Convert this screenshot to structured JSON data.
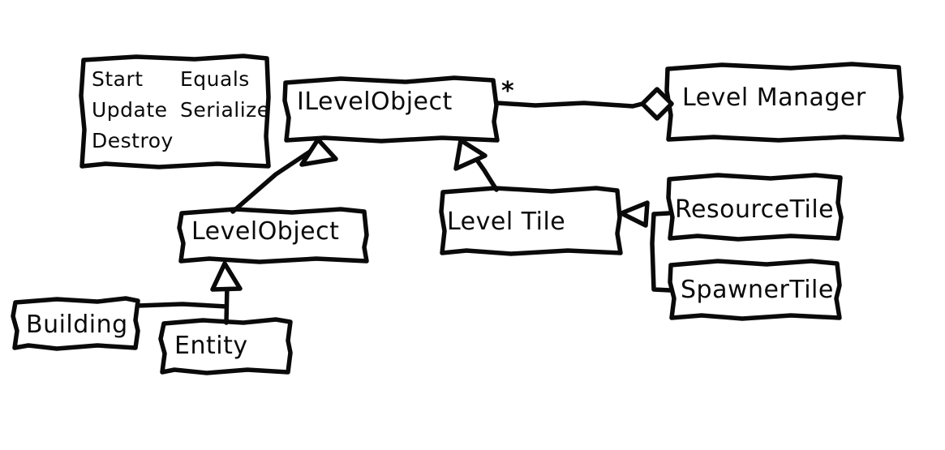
{
  "diagram": {
    "kind": "uml-class-diagram",
    "style": "hand-drawn whiteboard sketch",
    "stroke_color": "#0a0a0a",
    "background_color": "#ffffff"
  },
  "note": {
    "name": "ilevelobject-members-note",
    "lines": [
      {
        "left": "Start",
        "right": "Equals"
      },
      {
        "left": "Update",
        "right": "Serialize"
      },
      {
        "left": "Destroy",
        "right": ""
      }
    ]
  },
  "classes": [
    {
      "id": "ilevelobject",
      "label": "ILevelObject",
      "multiplicity": "*"
    },
    {
      "id": "levelmanager",
      "label": "Level Manager",
      "multiplicity": ""
    },
    {
      "id": "levelobject",
      "label": "LevelObject",
      "multiplicity": ""
    },
    {
      "id": "leveltile",
      "label": "Level Tile",
      "multiplicity": ""
    },
    {
      "id": "resourcetile",
      "label": "ResourceTile",
      "multiplicity": ""
    },
    {
      "id": "spawnertile",
      "label": "SpawnerTile",
      "multiplicity": ""
    },
    {
      "id": "building",
      "label": "Building",
      "multiplicity": ""
    },
    {
      "id": "entity",
      "label": "Entity",
      "multiplicity": ""
    }
  ],
  "relations": [
    {
      "from": "levelmanager",
      "to": "ilevelobject",
      "type": "aggregation",
      "end_marker": "hollow-diamond",
      "multiplicity": "*"
    },
    {
      "from": "levelobject",
      "to": "ilevelobject",
      "type": "generalization",
      "end_marker": "hollow-triangle"
    },
    {
      "from": "leveltile",
      "to": "ilevelobject",
      "type": "generalization",
      "end_marker": "hollow-triangle"
    },
    {
      "from": "resourcetile",
      "to": "leveltile",
      "type": "generalization",
      "end_marker": "hollow-triangle"
    },
    {
      "from": "spawnertile",
      "to": "leveltile",
      "type": "generalization",
      "end_marker": "hollow-triangle"
    },
    {
      "from": "building",
      "to": "levelobject",
      "type": "generalization",
      "end_marker": "hollow-triangle"
    },
    {
      "from": "entity",
      "to": "levelobject",
      "type": "generalization",
      "end_marker": "hollow-triangle"
    }
  ]
}
